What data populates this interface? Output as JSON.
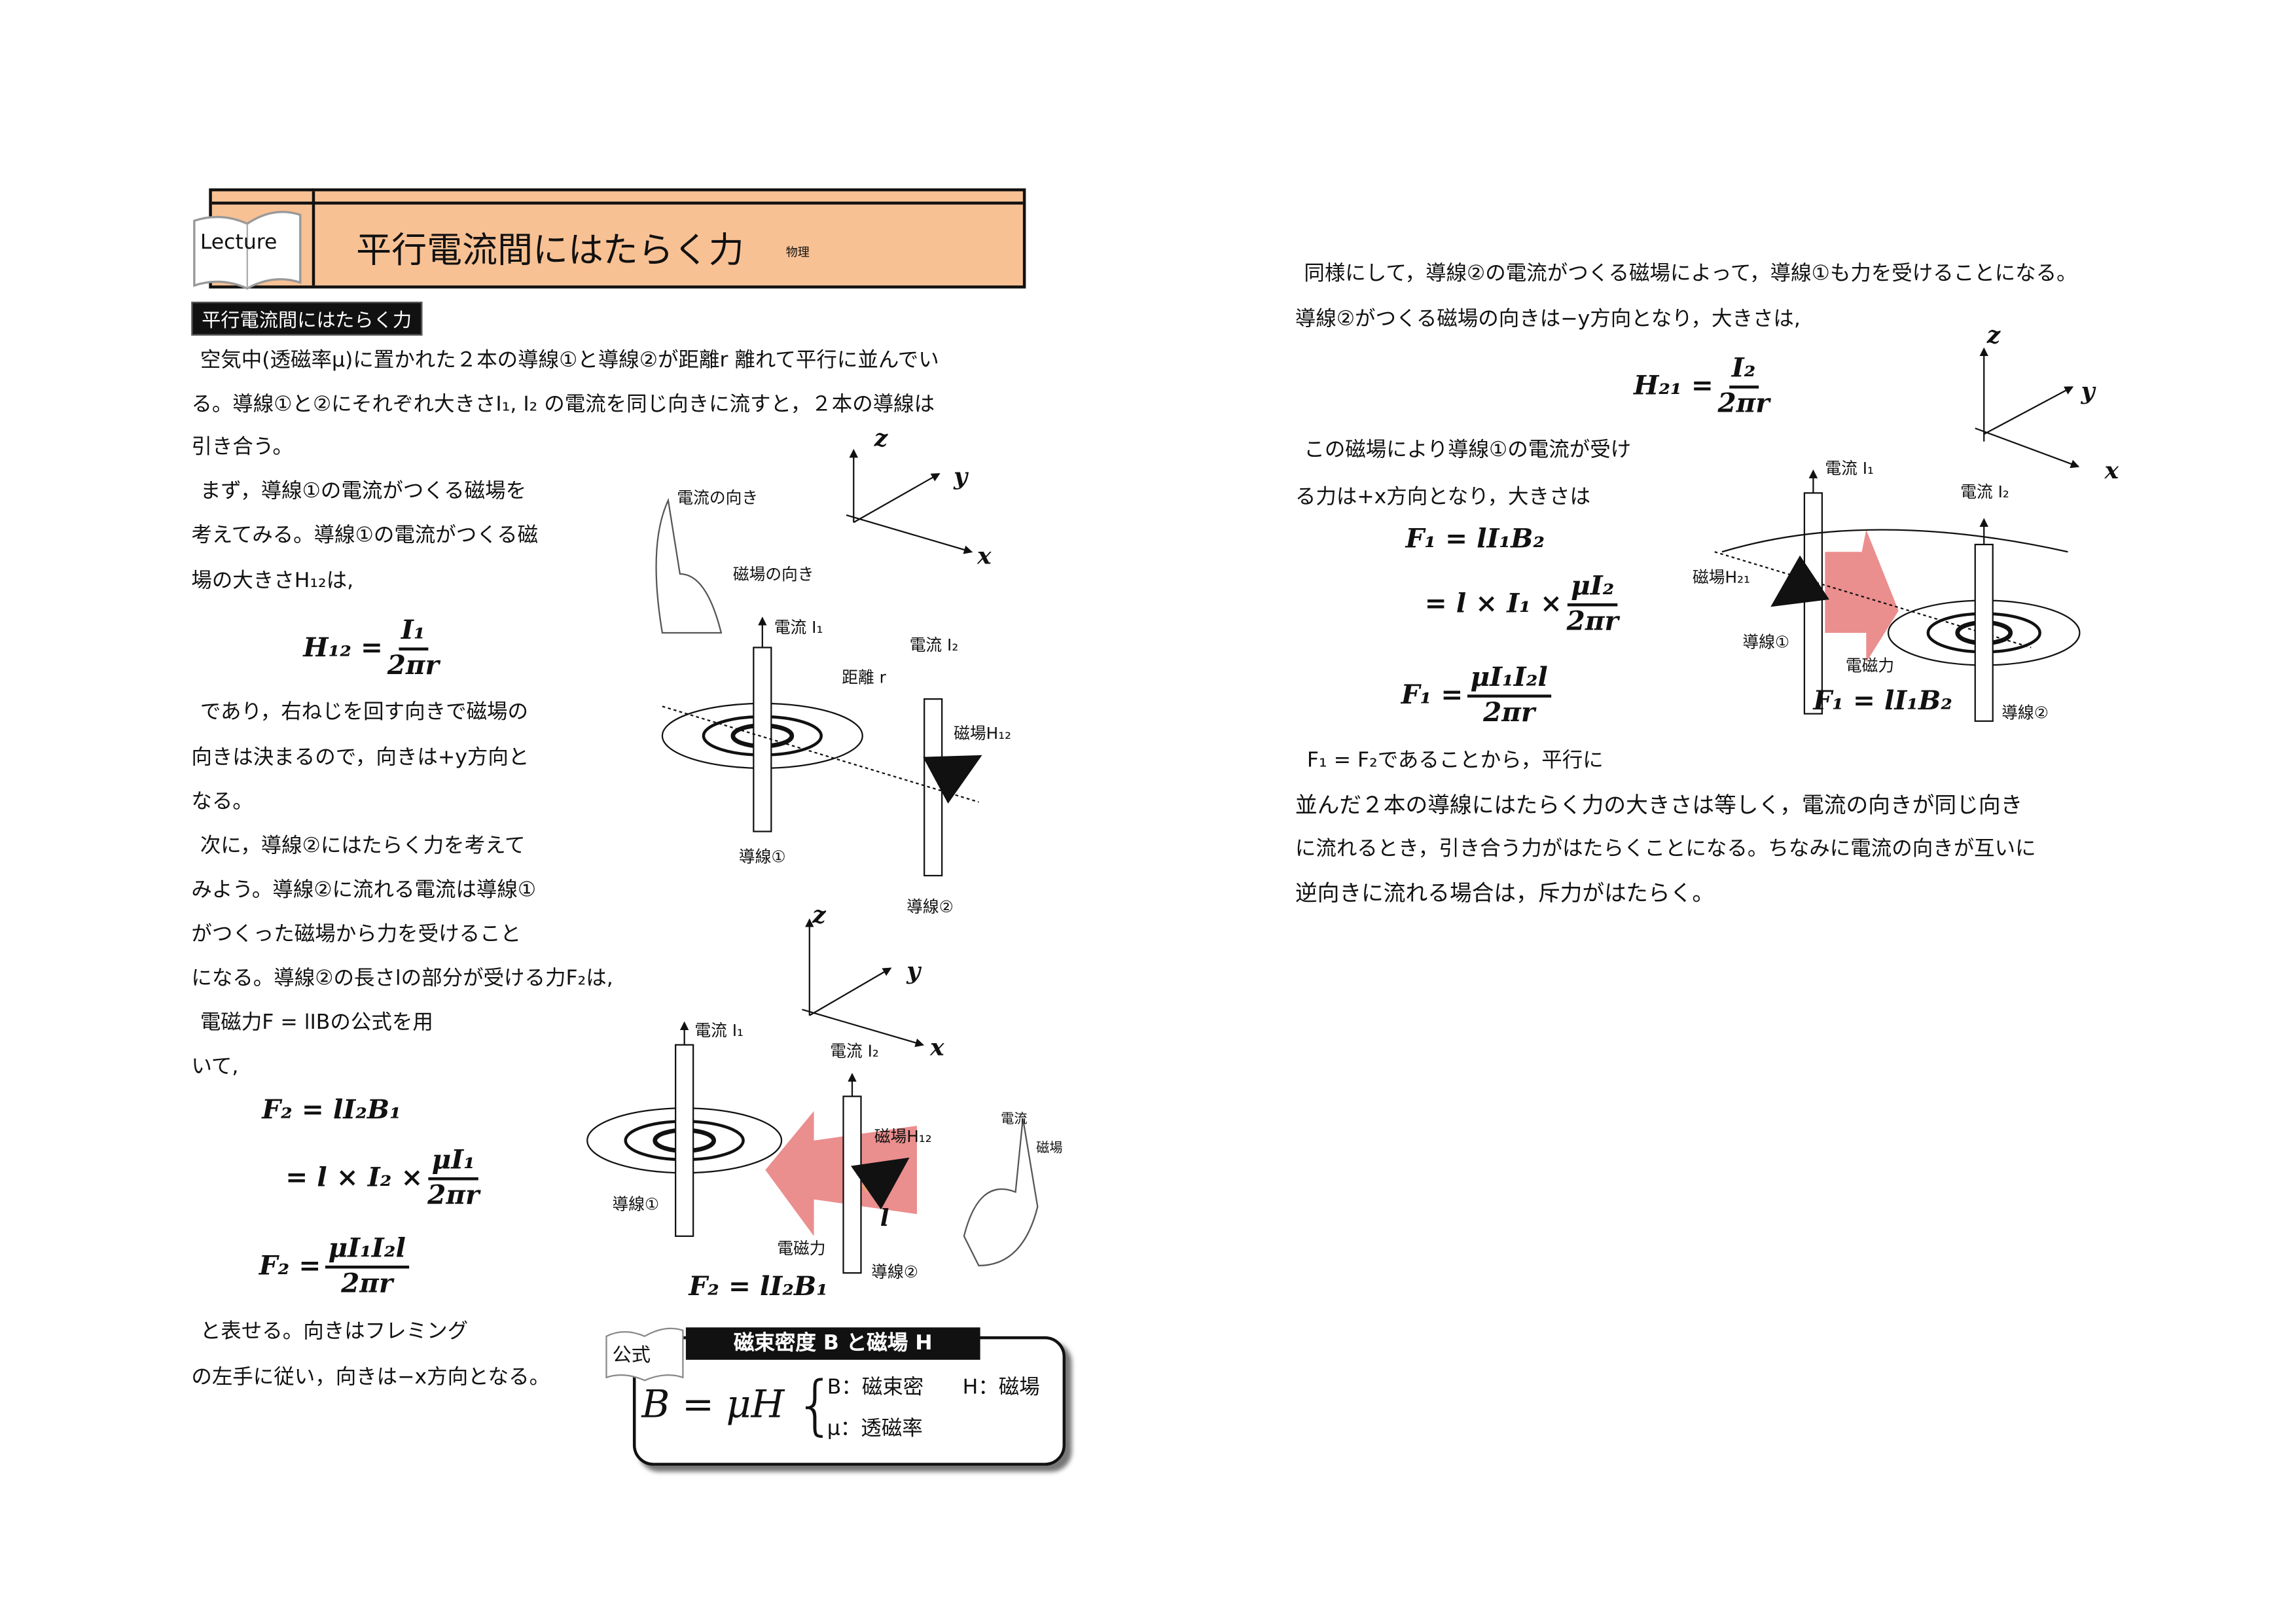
{
  "header": {
    "badge": "Lecture",
    "title": "平行電流間にはたらく力",
    "subject": "物理"
  },
  "section_label": "平行電流間にはたらく力",
  "left": {
    "lines": [
      "空気中(透磁率μ)に置かれた２本の導線①と導線②が距離r 離れて平行に並んでい",
      "る。導線①と②にそれぞれ大きさI₁, I₂ の電流を同じ向きに流すと，２本の導線は",
      "引き合う。",
      "まず，導線①の電流がつくる磁場を",
      "考えてみる。導線①の電流がつくる磁",
      "場の大きさH₁₂は,",
      "であり，右ねじを回す向きで磁場の",
      "向きは決まるので，向きは+y方向と",
      "なる。",
      "次に，導線②にはたらく力を考えて",
      "みよう。導線②に流れる電流は導線①",
      "がつくった磁場から力を受けること",
      "になる。導線②の長さlの部分が受ける力F₂は,",
      "電磁力F = lIBの公式を用",
      "いて,",
      "と表せる。向きはフレミング",
      "の左手に従い，向きは−x方向となる。"
    ],
    "eq_h12": {
      "lhs": "H₁₂ =",
      "num": "I₁",
      "den": "2πr"
    },
    "eq_f2a": "F₂ = lI₂B₁",
    "eq_f2b": {
      "lhs": "= l × I₂ ×",
      "num": "μI₁",
      "den": "2πr"
    },
    "eq_f2c": {
      "lhs": "F₂ =",
      "num": "μI₁I₂l",
      "den": "2πr"
    }
  },
  "diagram1": {
    "current_dir": "電流の向き",
    "field_dir": "磁場の向き",
    "z": "z",
    "y": "y",
    "x": "x",
    "i1": "電流 I₁",
    "i2": "電流 I₂",
    "dist": "距離 r",
    "h12": "磁場H₁₂",
    "wire1": "導線①",
    "wire2": "導線②"
  },
  "diagram2": {
    "z": "z",
    "y": "y",
    "x": "x",
    "i1": "電流 I₁",
    "i2": "電流 I₂",
    "h12": "磁場H₁₂",
    "l": "l",
    "wire1": "導線①",
    "wire2": "導線②",
    "force": "電磁力",
    "eq": "F₂ = lI₂B₁",
    "hand_current": "電流",
    "hand_field": "磁場"
  },
  "formula_box": {
    "tag": "公式",
    "title": "磁束密度 B と磁場 H",
    "eq": "B = μH",
    "b_def": "B：磁束密",
    "h_def": "H：磁場",
    "mu_def": "μ：透磁率"
  },
  "right": {
    "lines": [
      "同様にして，導線②の電流がつくる磁場によって，導線①も力を受けることになる。",
      "導線②がつくる磁場の向きは−y方向となり，大きさは,",
      "この磁場により導線①の電流が受け",
      "る力は+x方向となり，大きさは"
    ],
    "eq_h21": {
      "lhs": "H₂₁ =",
      "num": "I₂",
      "den": "2πr"
    },
    "eq_f1a": "F₁ = lI₁B₂",
    "eq_f1b": {
      "lhs": "= l × I₁ ×",
      "num": "μI₂",
      "den": "2πr"
    },
    "eq_f1c": {
      "lhs": "F₁ =",
      "num": "μI₁I₂l",
      "den": "2πr"
    },
    "conclusion": [
      "F₁ = F₂であることから，平行に",
      "並んだ２本の導線にはたらく力の大きさは等しく，電流の向きが同じ向き",
      "に流れるとき，引き合う力がはたらくことになる。ちなみに電流の向きが互いに",
      "逆向きに流れる場合は，斥力がはたらく。"
    ]
  },
  "diagram3": {
    "z": "z",
    "y": "y",
    "x": "x",
    "i1": "電流 I₁",
    "i2": "電流 I₂",
    "h21": "磁場H₂₁",
    "wire1": "導線①",
    "wire2": "導線②",
    "force": "電磁力",
    "eq": "F₁ = lI₁B₂"
  },
  "colors": {
    "header_bg": "#f8c194",
    "force_arrow": "#e87a7a",
    "field_arrow": "#e9a070"
  }
}
